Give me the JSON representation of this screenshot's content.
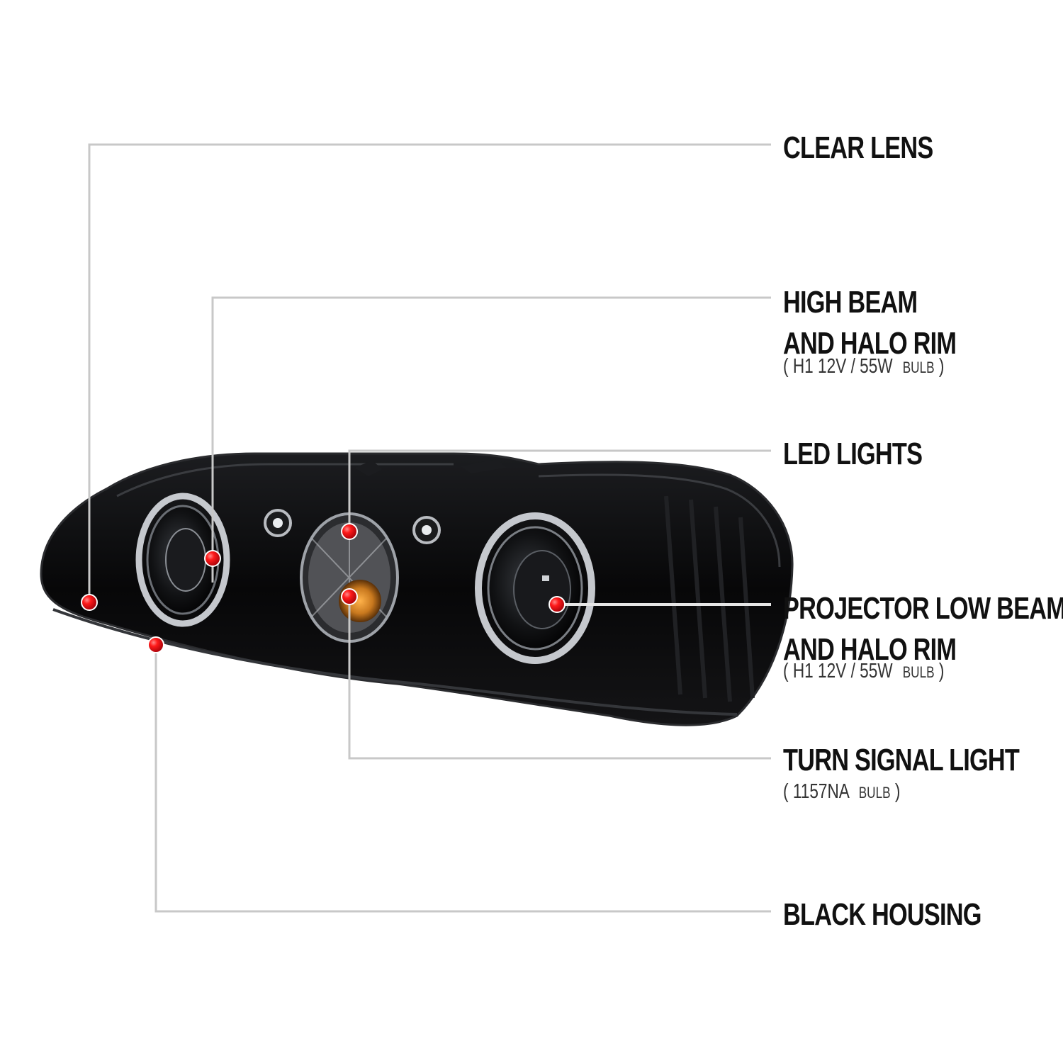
{
  "colors": {
    "callout_line": "#c8c8c8",
    "marker": "#e0141e",
    "housing": "#0b0b0c",
    "amber": "#c8781e",
    "halo": "#d9dde2"
  },
  "labels": {
    "clear_lens": "CLEAR LENS",
    "high_beam_line1": "HIGH BEAM",
    "high_beam_line2": "AND HALO RIM",
    "high_beam_spec": "H1  12V / 55W",
    "high_beam_bulb": "BULB",
    "led_lights": "LED LIGHTS",
    "projector_line1": "PROJECTOR LOW BEAM",
    "projector_line2": "AND HALO RIM",
    "projector_spec": "H1  12V / 55W",
    "projector_bulb": "BULB",
    "turn_signal": "TURN SIGNAL LIGHT",
    "turn_signal_spec": "1157NA",
    "turn_signal_bulb": "BULB",
    "black_housing": "BLACK HOUSING",
    "open_paren": "(",
    "close_paren": ")"
  }
}
